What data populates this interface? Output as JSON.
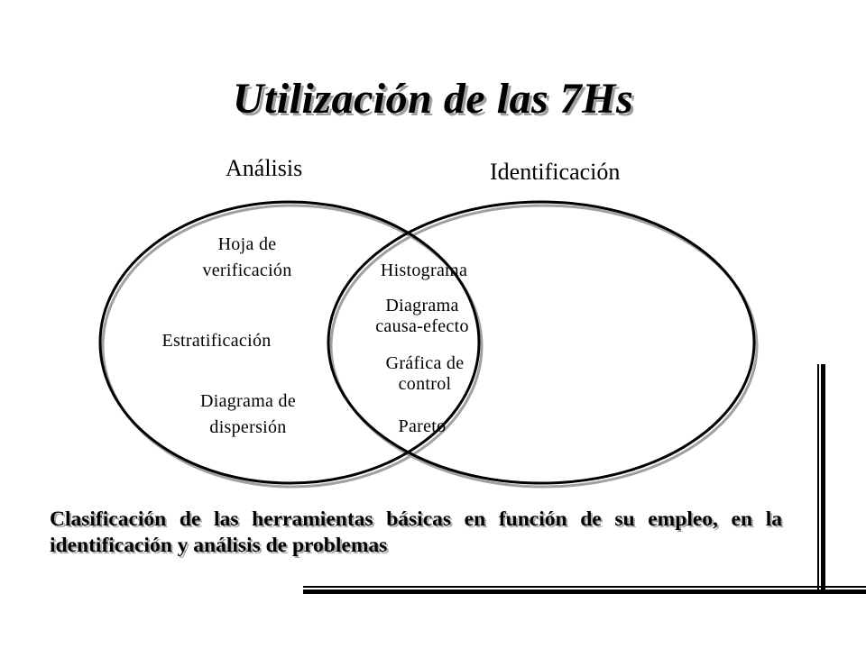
{
  "title": "Utilización de las 7Hs",
  "sets": {
    "left": "Análisis",
    "right": "Identificación"
  },
  "items": {
    "hoja_de_verificacion": [
      "Hoja de",
      "verificación"
    ],
    "estratificacion": "Estratificación",
    "diagrama_de_dispersion": [
      "Diagrama de",
      "dispersión"
    ],
    "histograma": "Histograma",
    "diagrama_causa_efecto": [
      "Diagrama",
      "causa-efecto"
    ],
    "grafica_de_control": [
      "Gráfica de",
      "control"
    ],
    "pareto": "Pareto"
  },
  "caption": "Clasificación de las herramientas básicas en función de su empleo, en la identificación y análisis de problemas",
  "colors": {
    "outline": "#000000",
    "shadow": "#a0a0a0"
  }
}
